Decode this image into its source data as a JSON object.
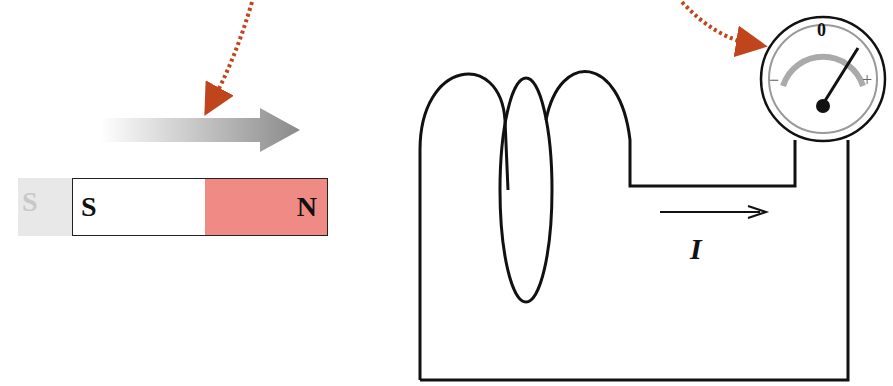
{
  "diagram": {
    "nodes": [
      {
        "text": [
          "S",
          "N"
        ]
      },
      {
        "text": [
          "0",
          "−",
          "+"
        ]
      }
    ],
    "labels": [
      "S",
      "I"
    ]
  }
}
